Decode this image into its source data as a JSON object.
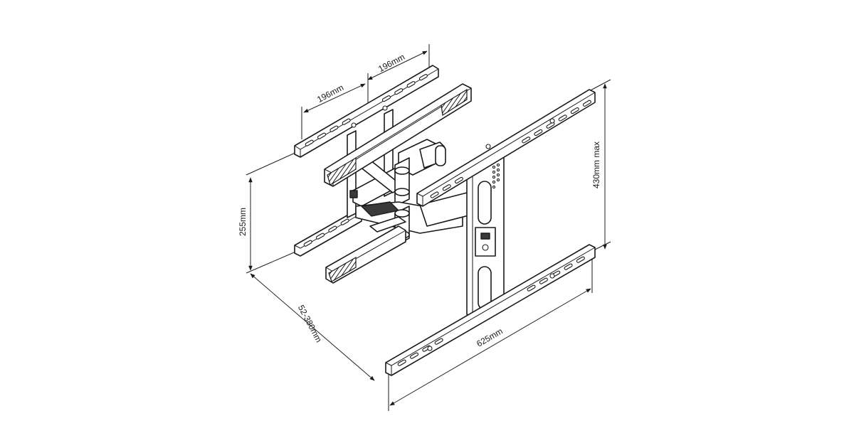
{
  "dimensions": {
    "top_left_width": "196mm",
    "top_right_width": "196mm",
    "wall_plate_height": "255mm",
    "extension_depth": "52-380mm",
    "bracket_width": "625mm",
    "vesa_height": "430mm max"
  },
  "colors": {
    "line": "#1a1a1a",
    "background": "#ffffff"
  }
}
